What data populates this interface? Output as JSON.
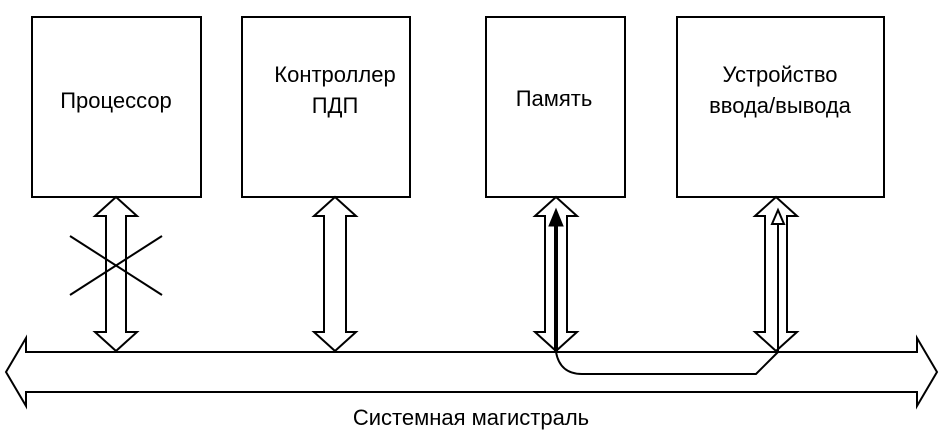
{
  "blocks": {
    "processor": {
      "label": "Процессор"
    },
    "dma_controller": {
      "line1": "Контроллер",
      "line2": "ПДП"
    },
    "memory": {
      "label": "Память"
    },
    "io_device": {
      "line1": "Устройство",
      "line2": "ввода/вывода"
    }
  },
  "bus": {
    "label": "Системная магистраль"
  },
  "colors": {
    "stroke": "#000000",
    "fill": "#ffffff"
  }
}
